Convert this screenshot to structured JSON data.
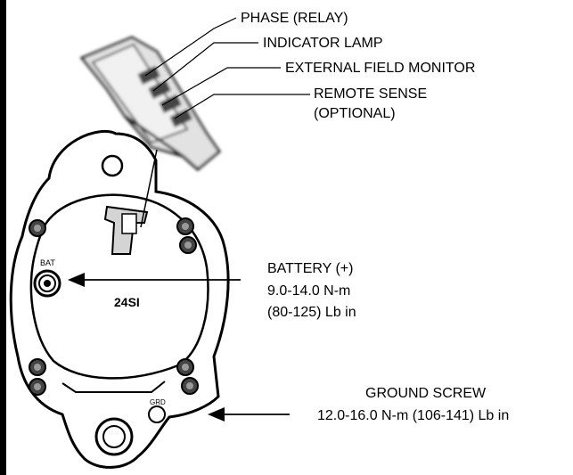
{
  "connector_labels": {
    "phase": "PHASE (RELAY)",
    "indicator": "INDICATOR LAMP",
    "field_monitor": "EXTERNAL FIELD MONITOR",
    "remote_sense_1": "REMOTE SENSE",
    "remote_sense_2": "(OPTIONAL)"
  },
  "battery": {
    "title": "BATTERY (+)",
    "torque_nm": "9.0-14.0 N-m",
    "torque_lbin": "(80-125) Lb in"
  },
  "ground": {
    "title": "GROUND SCREW",
    "torque": "12.0-16.0 N-m (106-141) Lb in"
  },
  "housing": {
    "bat_mark": "BAT",
    "grd_mark": "GRD",
    "model": "24SI"
  }
}
